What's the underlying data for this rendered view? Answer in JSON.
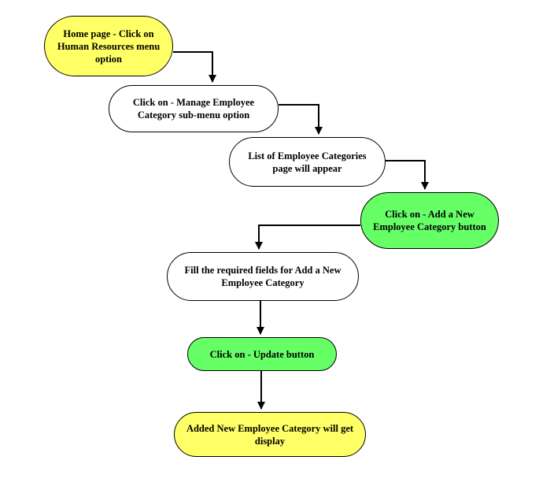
{
  "colors": {
    "start_end": "#ffff66",
    "process": "#ffffff",
    "action": "#66ff66",
    "outline": "#000000"
  },
  "nodes": [
    {
      "id": "n1",
      "kind": "start_end",
      "text": "Home page - Click on Human Resources menu option"
    },
    {
      "id": "n2",
      "kind": "process",
      "text": "Click on - Manage Employee Category sub-menu option"
    },
    {
      "id": "n3",
      "kind": "process",
      "text": "List of Employee Categories page will appear"
    },
    {
      "id": "n4",
      "kind": "action",
      "text": "Click on - Add a New Employee Category button"
    },
    {
      "id": "n5",
      "kind": "process",
      "text": "Fill the required fields for Add a New Employee Category"
    },
    {
      "id": "n6",
      "kind": "action",
      "text": "Click on - Update button"
    },
    {
      "id": "n7",
      "kind": "start_end",
      "text": "Added New Employee Category will get display"
    }
  ],
  "edges": [
    {
      "from": "n1",
      "to": "n2"
    },
    {
      "from": "n2",
      "to": "n3"
    },
    {
      "from": "n3",
      "to": "n4"
    },
    {
      "from": "n4",
      "to": "n5"
    },
    {
      "from": "n5",
      "to": "n6"
    },
    {
      "from": "n6",
      "to": "n7"
    }
  ]
}
